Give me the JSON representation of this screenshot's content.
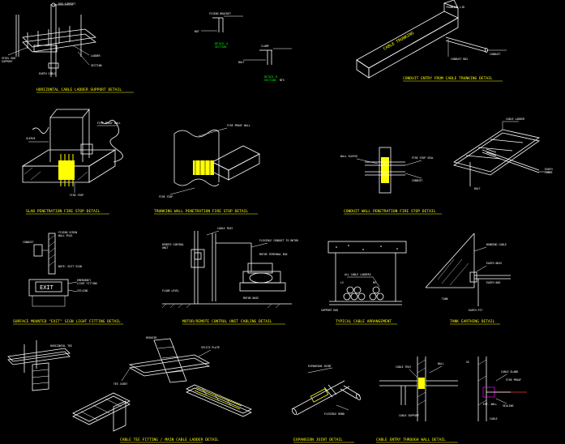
{
  "drawing": {
    "captions": [
      {
        "id": "horizontal-ladder",
        "text": "HORIZONTAL CABLE LADDER SUPPORT DETAIL"
      },
      {
        "id": "conduit-trunking",
        "text": "CONDUIT ENTRY FROM CABLE TRUNKING DETAIL"
      },
      {
        "id": "slab-penetration",
        "text": "SLAB PENETRATION FIRE STOP DETAIL"
      },
      {
        "id": "trunking-wall",
        "text": "TRUNKING WALL PENETRATION FIRE STOP DETAIL"
      },
      {
        "id": "conduit-wall",
        "text": "CONDUIT WALL PENETRATION FIRE STOP DETAIL"
      },
      {
        "id": "exit-sign",
        "text": "SURFACE MOUNTED \"EXIT\" SIGN LIGHT FITTING DETAIL"
      },
      {
        "id": "motor-control",
        "text": "MOTOR/REMOTE CONTROL UNIT CABLING DETAIL"
      },
      {
        "id": "cable-arrangement",
        "text": "TYPICAL CABLE ARRANGEMENT"
      },
      {
        "id": "tank-earthing",
        "text": "TANK EARTHING DETAIL"
      },
      {
        "id": "ladder-tee",
        "text": "CABLE TEE FITTING / MAIN CABLE LADDER DETAIL"
      },
      {
        "id": "expansion-joint",
        "text": "EXPANSION JOINT DETAIL"
      },
      {
        "id": "cable-wall",
        "text": "CABLE ENTRY THROUGH WALL DETAIL"
      }
    ],
    "labels": {
      "cable_trunking": "CABLE TRUNKING",
      "exit": "EXIT",
      "detail_a": "DETAIL A",
      "detail_b": "DETAIL B"
    }
  }
}
